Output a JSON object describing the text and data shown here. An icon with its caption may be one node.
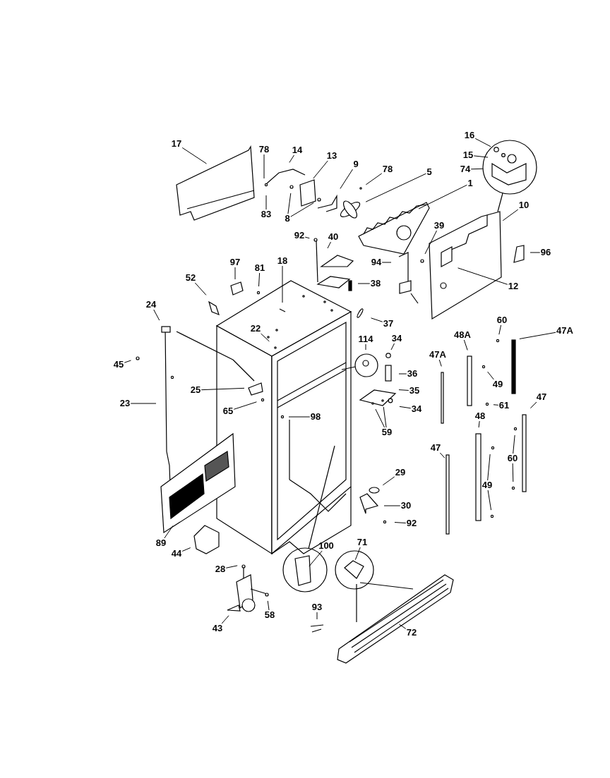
{
  "diagram": {
    "nodes": [
      {
        "text": [
          "17"
        ]
      },
      {
        "text": [
          "78"
        ]
      },
      {
        "text": [
          "14"
        ]
      },
      {
        "text": [
          "13"
        ]
      },
      {
        "text": [
          "83"
        ]
      },
      {
        "text": [
          "8"
        ]
      },
      {
        "text": [
          "9"
        ]
      },
      {
        "text": [
          "78"
        ]
      },
      {
        "text": [
          "5"
        ]
      },
      {
        "text": [
          "1"
        ]
      },
      {
        "text": [
          "92"
        ]
      },
      {
        "text": [
          "40"
        ]
      },
      {
        "text": [
          "39"
        ]
      },
      {
        "text": [
          "10"
        ]
      },
      {
        "text": [
          "16"
        ]
      },
      {
        "text": [
          "15"
        ]
      },
      {
        "text": [
          "74"
        ]
      },
      {
        "text": [
          "96"
        ]
      },
      {
        "text": [
          "94"
        ]
      },
      {
        "text": [
          "12"
        ]
      },
      {
        "text": [
          "38"
        ]
      },
      {
        "text": [
          "97"
        ]
      },
      {
        "text": [
          "81"
        ]
      },
      {
        "text": [
          "18"
        ]
      },
      {
        "text": [
          "52"
        ]
      },
      {
        "text": [
          "24"
        ]
      },
      {
        "text": [
          "22"
        ]
      },
      {
        "text": [
          "37"
        ]
      },
      {
        "text": [
          "45"
        ]
      },
      {
        "text": [
          "114"
        ]
      },
      {
        "text": [
          "34"
        ]
      },
      {
        "text": [
          "36"
        ]
      },
      {
        "text": [
          "35"
        ]
      },
      {
        "text": [
          "34"
        ]
      },
      {
        "text": [
          "59"
        ]
      },
      {
        "text": [
          "23"
        ]
      },
      {
        "text": [
          "25"
        ]
      },
      {
        "text": [
          "65"
        ]
      },
      {
        "text": [
          "98"
        ]
      },
      {
        "text": [
          "47A"
        ]
      },
      {
        "text": [
          "48A"
        ]
      },
      {
        "text": [
          "60"
        ]
      },
      {
        "text": [
          "47A"
        ]
      },
      {
        "text": [
          "49"
        ]
      },
      {
        "text": [
          "61"
        ]
      },
      {
        "text": [
          "47"
        ]
      },
      {
        "text": [
          "48"
        ]
      },
      {
        "text": [
          "60"
        ]
      },
      {
        "text": [
          "49"
        ]
      },
      {
        "text": [
          "47"
        ]
      },
      {
        "text": [
          "29"
        ]
      },
      {
        "text": [
          "30"
        ]
      },
      {
        "text": [
          "92"
        ]
      },
      {
        "text": [
          "89"
        ]
      },
      {
        "text": [
          "44"
        ]
      },
      {
        "text": [
          "100"
        ]
      },
      {
        "text": [
          "71"
        ]
      },
      {
        "text": [
          "28"
        ]
      },
      {
        "text": [
          "58"
        ]
      },
      {
        "text": [
          "43"
        ]
      },
      {
        "text": [
          "93"
        ]
      },
      {
        "text": [
          "72"
        ]
      }
    ],
    "edges": [
      {
        "from": 0,
        "to": null,
        "arrow": "none"
      },
      {
        "from": 1,
        "to": null,
        "arrow": "none"
      },
      {
        "from": 2,
        "to": null,
        "arrow": "none"
      },
      {
        "from": 3,
        "to": null,
        "arrow": "none"
      },
      {
        "from": 4,
        "to": null,
        "arrow": "none"
      },
      {
        "from": 5,
        "to": null,
        "arrow": "none"
      },
      {
        "from": 5,
        "to": null,
        "arrow": "none"
      },
      {
        "from": 6,
        "to": null,
        "arrow": "none"
      },
      {
        "from": 7,
        "to": null,
        "arrow": "none"
      },
      {
        "from": 8,
        "to": null,
        "arrow": "none"
      },
      {
        "from": 9,
        "to": null,
        "arrow": "none"
      },
      {
        "from": 10,
        "to": null,
        "arrow": "none"
      },
      {
        "from": 11,
        "to": null,
        "arrow": "none"
      },
      {
        "from": 12,
        "to": null,
        "arrow": "none"
      },
      {
        "from": 13,
        "to": null,
        "arrow": "none"
      },
      {
        "from": 14,
        "to": null,
        "arrow": "none"
      },
      {
        "from": 15,
        "to": null,
        "arrow": "none"
      },
      {
        "from": 16,
        "to": null,
        "arrow": "none"
      },
      {
        "from": 17,
        "to": null,
        "arrow": "none"
      },
      {
        "from": 18,
        "to": null,
        "arrow": "none"
      },
      {
        "from": 19,
        "to": null,
        "arrow": "none"
      },
      {
        "from": 20,
        "to": null,
        "arrow": "none"
      },
      {
        "from": 21,
        "to": null,
        "arrow": "none"
      },
      {
        "from": 22,
        "to": null,
        "arrow": "none"
      },
      {
        "from": 23,
        "to": null,
        "arrow": "none"
      },
      {
        "from": 24,
        "to": null,
        "arrow": "none"
      },
      {
        "from": 25,
        "to": null,
        "arrow": "none"
      },
      {
        "from": 26,
        "to": null,
        "arrow": "none"
      },
      {
        "from": 27,
        "to": null,
        "arrow": "none"
      },
      {
        "from": 28,
        "to": null,
        "arrow": "none"
      },
      {
        "from": 29,
        "to": null,
        "arrow": "none"
      },
      {
        "from": 30,
        "to": null,
        "arrow": "none"
      },
      {
        "from": 31,
        "to": null,
        "arrow": "none"
      },
      {
        "from": 32,
        "to": null,
        "arrow": "none"
      },
      {
        "from": 33,
        "to": null,
        "arrow": "none"
      },
      {
        "from": 34,
        "to": null,
        "arrow": "none"
      },
      {
        "from": 34,
        "to": null,
        "arrow": "none"
      },
      {
        "from": 35,
        "to": null,
        "arrow": "none"
      },
      {
        "from": 36,
        "to": null,
        "arrow": "none"
      },
      {
        "from": 37,
        "to": null,
        "arrow": "none"
      },
      {
        "from": 38,
        "to": null,
        "arrow": "none"
      },
      {
        "from": 39,
        "to": null,
        "arrow": "none"
      },
      {
        "from": 40,
        "to": null,
        "arrow": "none"
      },
      {
        "from": 41,
        "to": null,
        "arrow": "none"
      },
      {
        "from": 42,
        "to": null,
        "arrow": "none"
      },
      {
        "from": 43,
        "to": null,
        "arrow": "none"
      },
      {
        "from": 44,
        "to": null,
        "arrow": "none"
      },
      {
        "from": 45,
        "to": null,
        "arrow": "none"
      },
      {
        "from": 46,
        "to": null,
        "arrow": "none"
      },
      {
        "from": 47,
        "to": null,
        "arrow": "none"
      },
      {
        "from": 47,
        "to": null,
        "arrow": "none"
      },
      {
        "from": 48,
        "to": null,
        "arrow": "none"
      },
      {
        "from": 48,
        "to": null,
        "arrow": "none"
      },
      {
        "from": 49,
        "to": null,
        "arrow": "none"
      },
      {
        "from": 50,
        "to": null,
        "arrow": "none"
      },
      {
        "from": 51,
        "to": null,
        "arrow": "none"
      },
      {
        "from": 52,
        "to": null,
        "arrow": "none"
      },
      {
        "from": 53,
        "to": null,
        "arrow": "none"
      },
      {
        "from": 54,
        "to": null,
        "arrow": "none"
      },
      {
        "from": 55,
        "to": null,
        "arrow": "none"
      },
      {
        "from": 56,
        "to": null,
        "arrow": "none"
      },
      {
        "from": 57,
        "to": null,
        "arrow": "none"
      },
      {
        "from": 58,
        "to": null,
        "arrow": "none"
      },
      {
        "from": 59,
        "to": null,
        "arrow": "none"
      },
      {
        "from": 60,
        "to": null,
        "arrow": "none"
      },
      {
        "from": 61,
        "to": null,
        "arrow": "none"
      }
    ]
  }
}
